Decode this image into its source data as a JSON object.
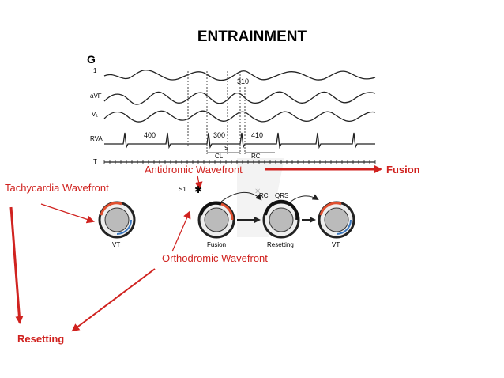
{
  "title": "ENTRAINMENT",
  "labels": {
    "antidromic": "Antidromic Wavefront",
    "fusion_out": "Fusion",
    "tachycardia": "Tachycardia Wavefront",
    "orthodromic": "Orthodromic Wavefront",
    "resetting_out": "Resetting"
  },
  "figure": {
    "panel_letter": "G",
    "leads": [
      "1",
      "aVF",
      "V₁",
      "RVA",
      "T"
    ],
    "intervals": {
      "a": "400",
      "b": "300",
      "c": "410",
      "d": "310"
    },
    "markers": {
      "s": "S",
      "cl": "CL",
      "rc": "RC"
    },
    "circuit_labels": {
      "s1": "S1",
      "rc": "RC",
      "qrs": "QRS"
    },
    "circles": [
      "VT",
      "Fusion",
      "Resetting",
      "VT"
    ]
  },
  "colors": {
    "accent": "#d0221f"
  }
}
